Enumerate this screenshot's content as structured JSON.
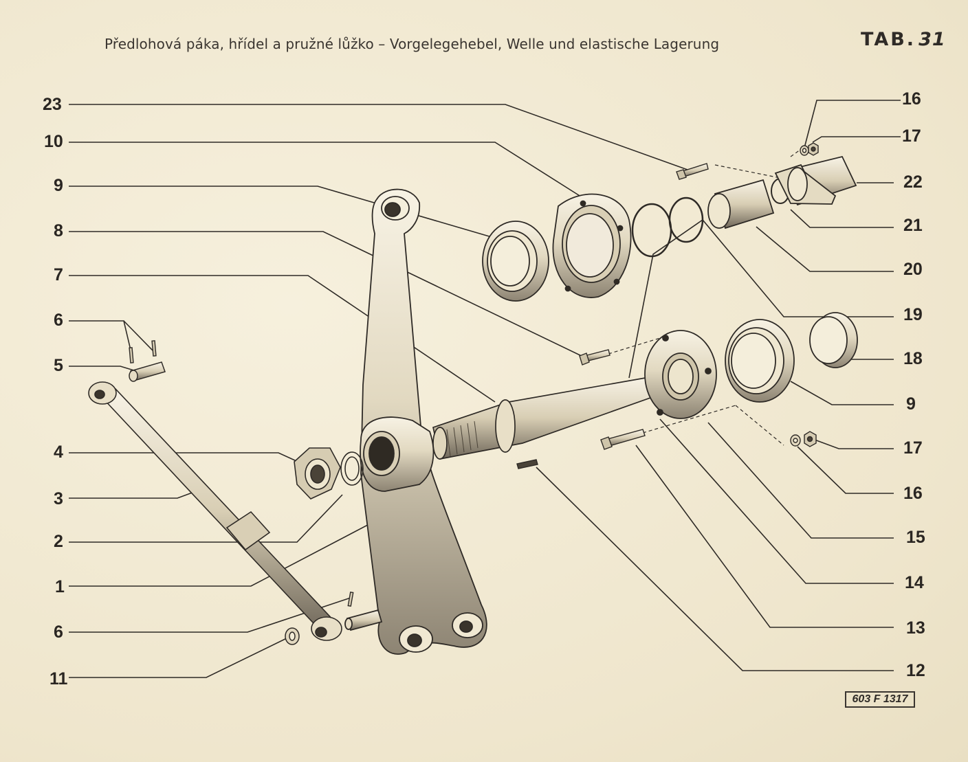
{
  "header": {
    "title": "Předlohová páka, hřídel a pružné lůžko – Vorgelegehebel, Welle und elastische Lagerung",
    "tab_prefix": "TAB.",
    "tab_number": "31"
  },
  "callouts_left": [
    "23",
    "10",
    "9",
    "8",
    "7",
    "6",
    "5",
    "4",
    "3",
    "2",
    "1",
    "6",
    "11"
  ],
  "callouts_right": [
    "16",
    "17",
    "22",
    "21",
    "20",
    "19",
    "18",
    "9",
    "17",
    "16",
    "15",
    "14",
    "13",
    "12"
  ],
  "drawing_code": "603 F 1317"
}
